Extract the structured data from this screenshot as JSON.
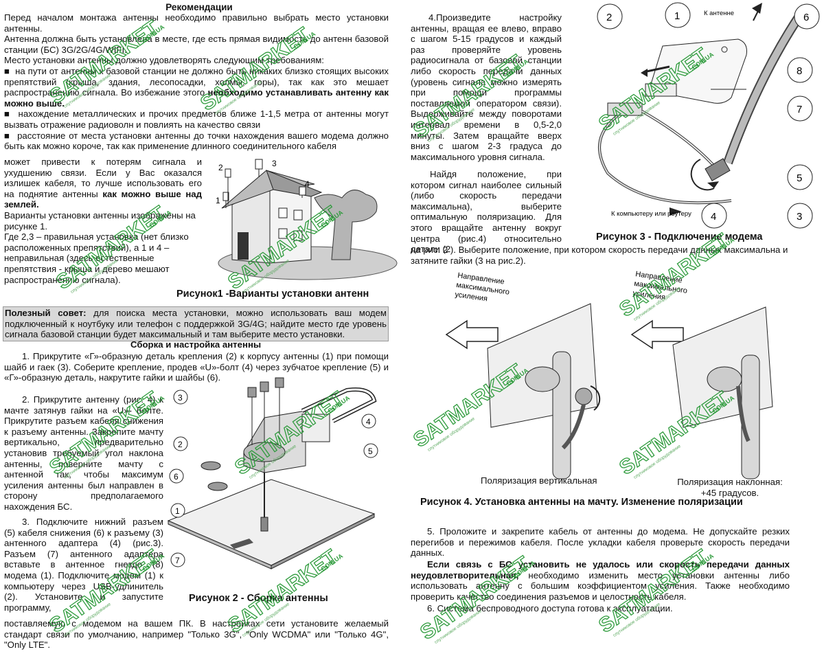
{
  "heading": "Рекомендации",
  "left": {
    "lines": [
      "Перед началом монтажа антенны необходимо правильно выбрать место установки антенны.",
      "Антенна должна быть установлена в месте, где есть прямая видимость до антенн базовой станции (БС) 3G/2G/4G/WIFI.",
      "Место установки антенны должно удовлетворять  следующим требованиям:"
    ],
    "bullet1": "на пути  от антенны к базовой станции не должно быть никаких близко стоящих высоких препятствий (крыша, здания, лесопосадки, холмы, горы), так как это мешает распространению сигнала. Во избежание этого ",
    "bullet1_bold": "необходимо устанавливать антенну как можно выше.",
    "bullet2": "нахождение металлических и прочих предметов  ближе 1-1,5 метра от антенны могут вызвать отражение радиоволн и  повлиять на качество связи",
    "bullet3": "расстояние от места установки антенны до точки нахождения вашего модема должно быть как можно короче, так как применение длинного соединительного кабеля",
    "narrow1": "может привести к потерям сигнала и ухудшению связи. Если у Вас оказался излишек кабеля, то лучше использовать его на поднятие антенны ",
    "narrow1_bold": "как можно выше над землей.",
    "narrow2": "Варианты установки антенны изображены на рисунке 1.",
    "narrow3": "Где 2,3 – правильная установка (нет близко расположенных препятствий), а 1 и 4 – неправильная (здесь естественные препятствия -  крыша и дерево мешают распространению сигнала).",
    "fig1_caption": "Рисунок1 -Варианты установки антенн",
    "fig1_labels": [
      "1",
      "2",
      "3",
      "4"
    ],
    "tip_bold": "Полезный совет:",
    "tip_text": " для поиска места установки, можно использовать ваш модем подключенный к ноутбуку или телефон с поддержкой 3G/4G; найдите место где уровень сигнала базовой станции будет максимальный и там выберите место установки.",
    "assembly_heading": "Сборка и настройка антенны",
    "step1": "1. Прикрутите «Г»-образную деталь крепления (2) к корпусу антенны (1) при помощи шайб и гаек (3). Соберите крепление, продев «U»-болт (4) через зубчатое крепление (5) и «Г»-образную деталь, накрутите гайки и шайбы (6).",
    "step2": "2. Прикрутите антенну (рис. 4) к мачте затянув гайки на «U»- болте. Прикрутите разъем кабеля снижения к разъему антенны. Закрепите мачту вертикально, предварительно установив требуемый угол наклона антенны, поверните мачту с антенной так, чтобы максимум усиления антенны был направлен в сторону предполагаемого нахождения БС.",
    "step3": "3. Подключите нижний разъем (5) кабеля снижения (6) к разъему (3) антенного адаптера (4) (рис.3). Разъем (7) антенного адаптера вставьте в антенное гнездо (8) модема (1). Подключите модем (1) к компьютеру через USB-удлинитель (2). Установите и запустите программу,",
    "step3_end": "поставляемую с модемом на вашем ПК.  В настройках сети установите желаемый стандарт связи по умолчанию, например \"Только 3G\", \"Only WCDMA\" или \"Только 4G\", \"Only LTE\".",
    "fig2_caption": "Рисунок 2 -  Сборка антенны",
    "fig2_labels": [
      "1",
      "2",
      "3",
      "4",
      "5",
      "6",
      "7"
    ]
  },
  "right": {
    "step4": "4.Произведите настройку антенны, вращая ее влево, вправо с шагом 5-15 градусов и каждый раз проверяйте уровень радиосигнала от базовой станции либо скорость передачи данных (уровень сигнала можно измерять при помощи программы поставляемой оператором связи). Выдерживайте между поворотами интервал времени в 0,5-2,0 минуты. Затем вращайте вверх вниз с шагом 2-3 градуса до максимального уровня сигнала.",
    "find": "Найдя положение, при котором сигнал наиболее сильный (либо скорость передачи максимальна), выберите оптимальную поляризацию. Для этого вращайте антенну вокруг центра (рис.4) относительно детали (2",
    "find_end": "на рис. 2 ). Выберите положение, при котором скорость передачи данных максимальна и затяните гайки (3 на рис.2).",
    "fig3_caption": "Рисунок 3 -  Подключение модема",
    "fig3_labels": [
      "1",
      "2",
      "3",
      "4",
      "5",
      "6",
      "7",
      "8"
    ],
    "fig3_to_antenna": "К антенне",
    "fig3_to_pc": "К компьютеру или роутеру",
    "fig4_dir_label": "Направление максимального усиления",
    "fig4_pol_vertical": "Поляризация вертикальная",
    "fig4_pol_slant": "Поляризация наклонная: +45 градусов.",
    "fig4_caption": "Рисунок 4. Установка антенны на мачту.  Изменение поляризации",
    "step5": "5. Проложите и закрепите кабель от антенны до модема. Не допускайте резких перегибов и пережимов кабеля. После укладки кабеля проверьте скорость передачи данных.",
    "note_bold": "Если связь с БС  установить не удалось или скорость передачи данных неудовлетворительная,",
    "note_text": " необходимо изменить место установки антенны либо использовать антенну с большим коэффициентом усиления. Также необходимо проверить качество соединения разъемов и целостность кабеля.",
    "step6": "6. Система беспроводного доступа  готова к эксплуатации."
  },
  "watermark": {
    "brand": "SATMARKET",
    "domain": ".COM.UA",
    "slogan": "спутниковое оборудование"
  }
}
